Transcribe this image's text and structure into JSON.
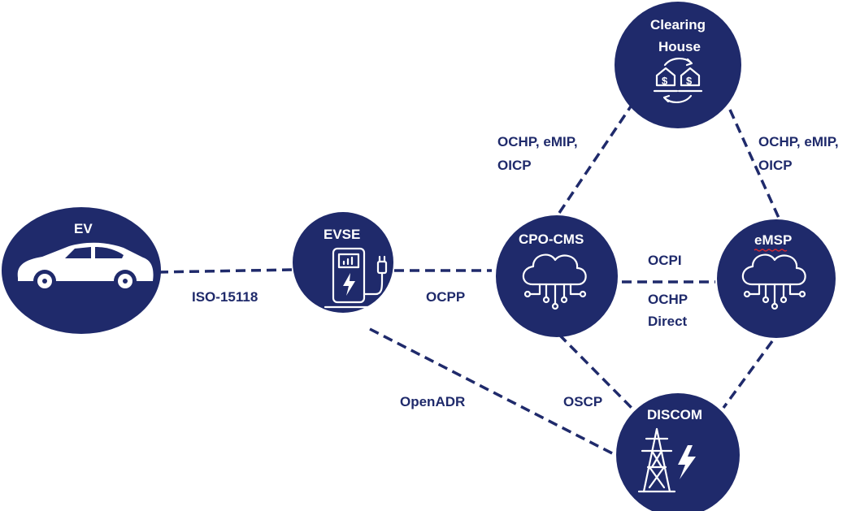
{
  "colors": {
    "node": "#1f2a6b",
    "edge": "#1f2a6b",
    "text_on_node": "#ffffff",
    "spellcheck": "#d9272e"
  },
  "nodes": {
    "ev": {
      "title": "EV",
      "icon": "car-icon"
    },
    "evse": {
      "title": "EVSE",
      "icon": "charging-station-icon"
    },
    "cpo": {
      "title": "CPO-CMS",
      "icon": "cloud-network-icon"
    },
    "emsp": {
      "title": "eMSP",
      "icon": "cloud-network-icon"
    },
    "clearing": {
      "title_line1": "Clearing",
      "title_line2": "House",
      "icon": "money-exchange-icon"
    },
    "discom": {
      "title": "DISCOM",
      "icon": "power-tower-icon"
    }
  },
  "edges": {
    "ev_evse": "ISO-15118",
    "evse_cpo": "OCPP",
    "cpo_clearing": {
      "line1": "OCHP, eMIP,",
      "line2": "OICP"
    },
    "clearing_emsp": {
      "line1": "OCHP, eMIP,",
      "line2": "OICP"
    },
    "cpo_emsp_top": "OCPI",
    "cpo_emsp_bottom": {
      "line1": "OCHP",
      "line2": "Direct"
    },
    "evse_discom": "OpenADR",
    "cpo_discom": "OSCP"
  }
}
